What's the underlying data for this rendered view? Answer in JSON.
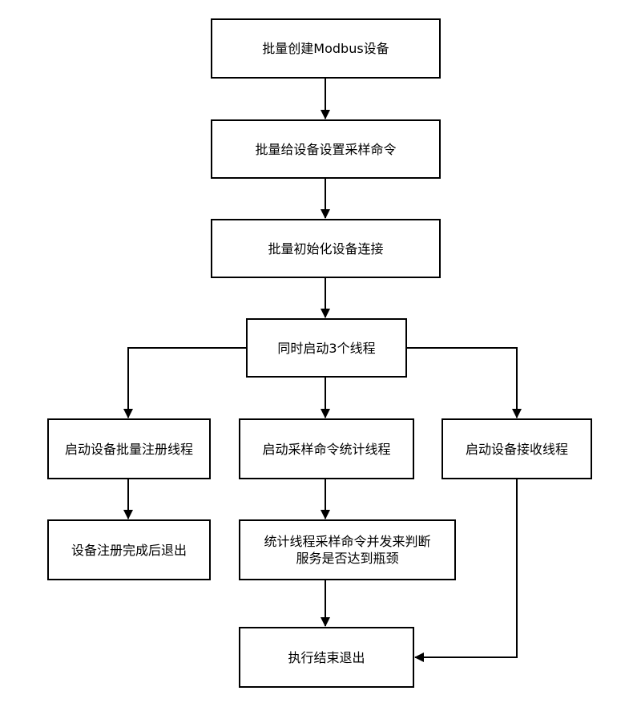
{
  "nodes": {
    "create_devices": "批量创建Modbus设备",
    "set_sampling": "批量给设备设置采样命令",
    "init_connection": "批量初始化设备连接",
    "start_threads": "同时启动3个线程",
    "register_thread": "启动设备批量注册线程",
    "stats_thread": "启动采样命令统计线程",
    "receive_thread": "启动设备接收线程",
    "register_done": "设备注册完成后退出",
    "stats_check_line1": "统计线程采样命令并发来判断",
    "stats_check_line2": "服务是否达到瓶颈",
    "end_exit": "执行结束退出"
  },
  "colors": {
    "stroke": "#000000",
    "fill": "#ffffff"
  }
}
